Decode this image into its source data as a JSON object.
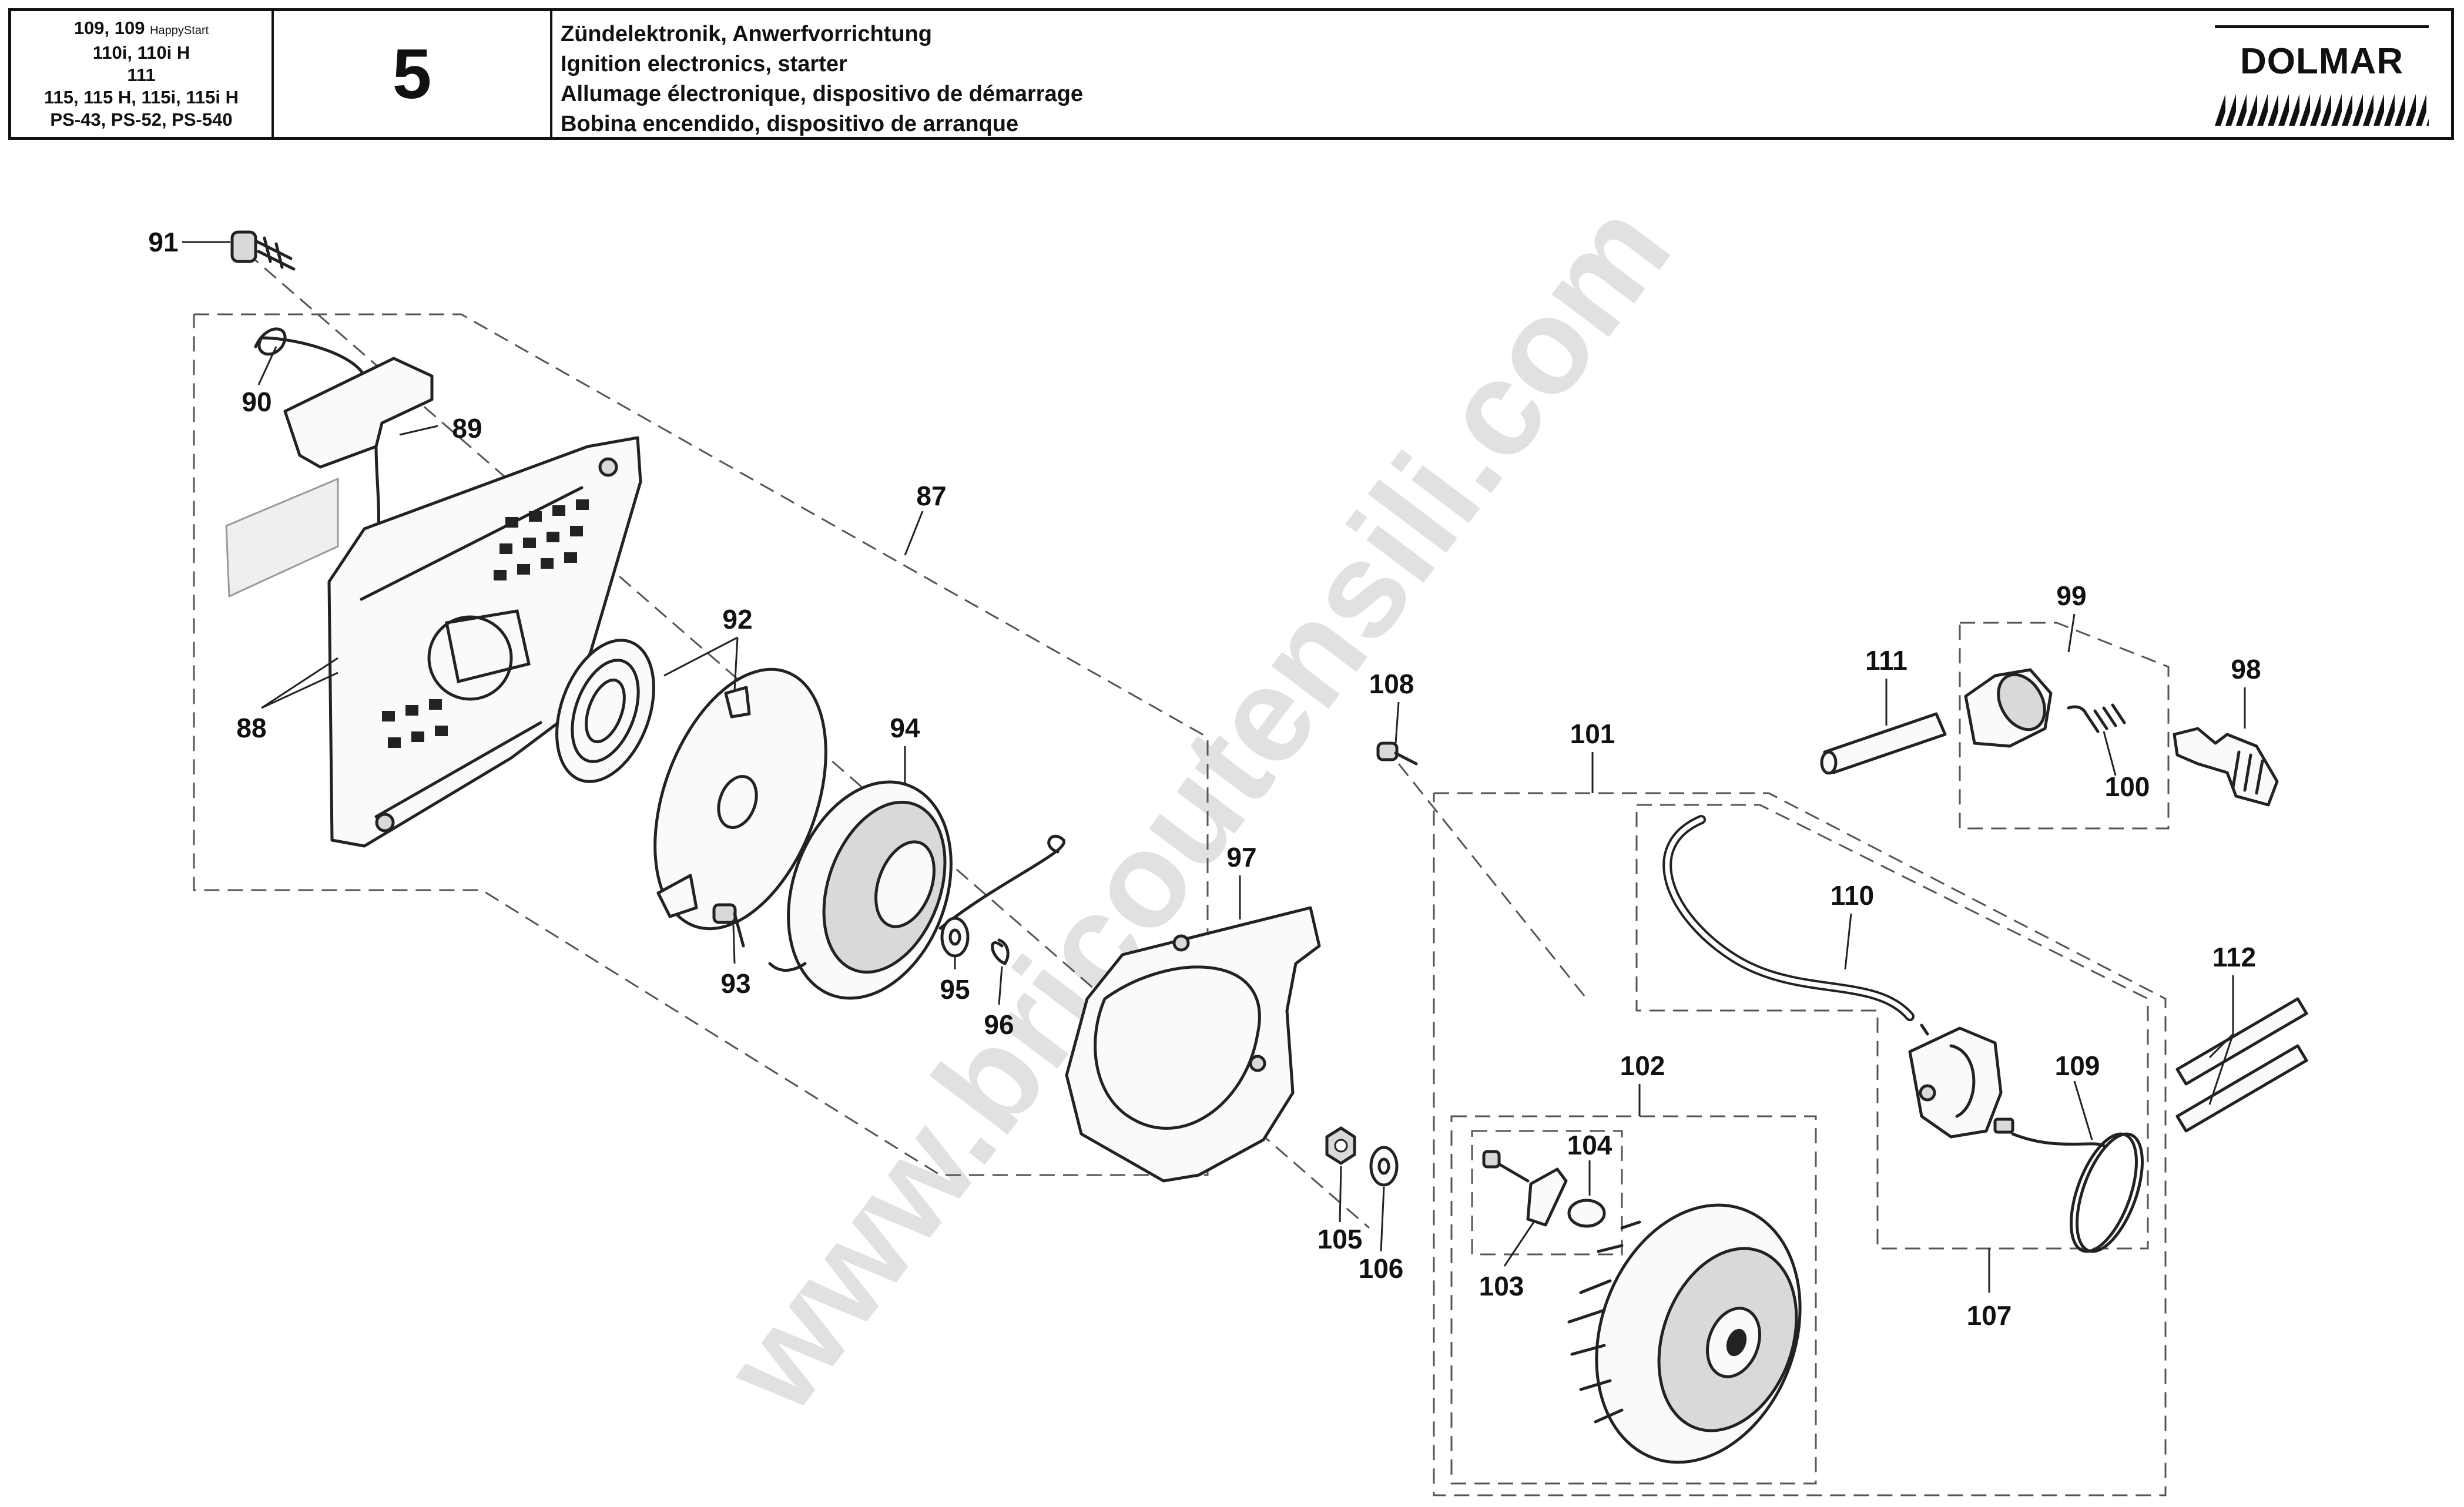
{
  "header": {
    "models": {
      "line1_main": "109, 109",
      "line1_small": "HappyStart",
      "line2": "110i, 110i H",
      "line3": "111",
      "line4": "115, 115 H, 115i, 115i H",
      "line5": "PS-43, PS-52, PS-540"
    },
    "page_number": "5",
    "titles": [
      "Zündelektronik, Anwerfvorrichtung",
      "Ignition electronics, starter",
      "Allumage électronique, dispositivo de démarrage",
      "Bobina encendido, dispositivo de arranque"
    ],
    "brand": "DOLMAR"
  },
  "watermark": "www.bricoutensili.com",
  "part_numbers": {
    "p87": "87",
    "p88": "88",
    "p89": "89",
    "p90": "90",
    "p91": "91",
    "p92": "92",
    "p93": "93",
    "p94": "94",
    "p95": "95",
    "p96": "96",
    "p97": "97",
    "p98": "98",
    "p99": "99",
    "p100": "100",
    "p101": "101",
    "p102": "102",
    "p103": "103",
    "p104": "104",
    "p105": "105",
    "p106": "106",
    "p107": "107",
    "p108": "108",
    "p109": "109",
    "p110": "110",
    "p111": "111",
    "p112": "112"
  }
}
